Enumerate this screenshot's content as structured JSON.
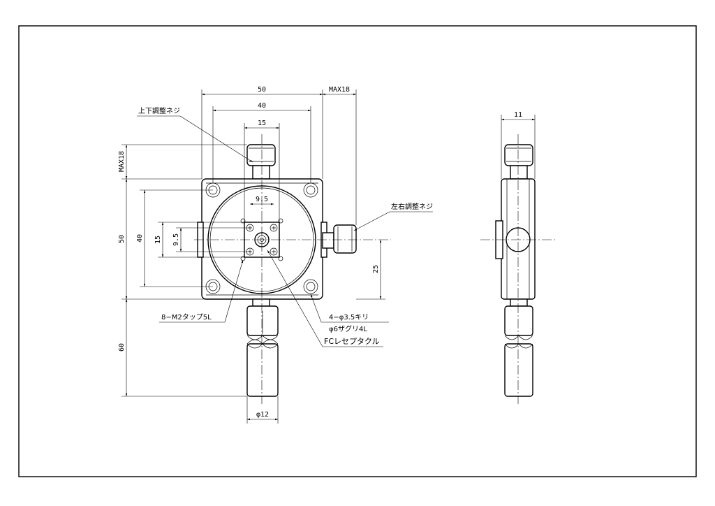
{
  "dimensions": {
    "width_50": "50",
    "width_40": "40",
    "width_15": "15",
    "max_right": "MAX18",
    "max_top": "MAX18",
    "inner_9_5_h": "9.5",
    "inner_9_5_v": "9.5",
    "height_50": "50",
    "height_40": "40",
    "height_15": "15",
    "height_25": "25",
    "height_60": "60",
    "dia_12": "φ12",
    "side_11": "11"
  },
  "labels": {
    "vertical_adjust_screw": "上下調整ネジ",
    "horizontal_adjust_screw": "左右調整ネジ",
    "tap_holes": "8−M2タップ5L",
    "thru_holes_1": "4−φ3.5キリ",
    "thru_holes_2": "φ6ザグリ4L",
    "fc_receptacle": "FCレセプタクル"
  },
  "colors": {
    "line": "#000000",
    "background": "#ffffff"
  }
}
